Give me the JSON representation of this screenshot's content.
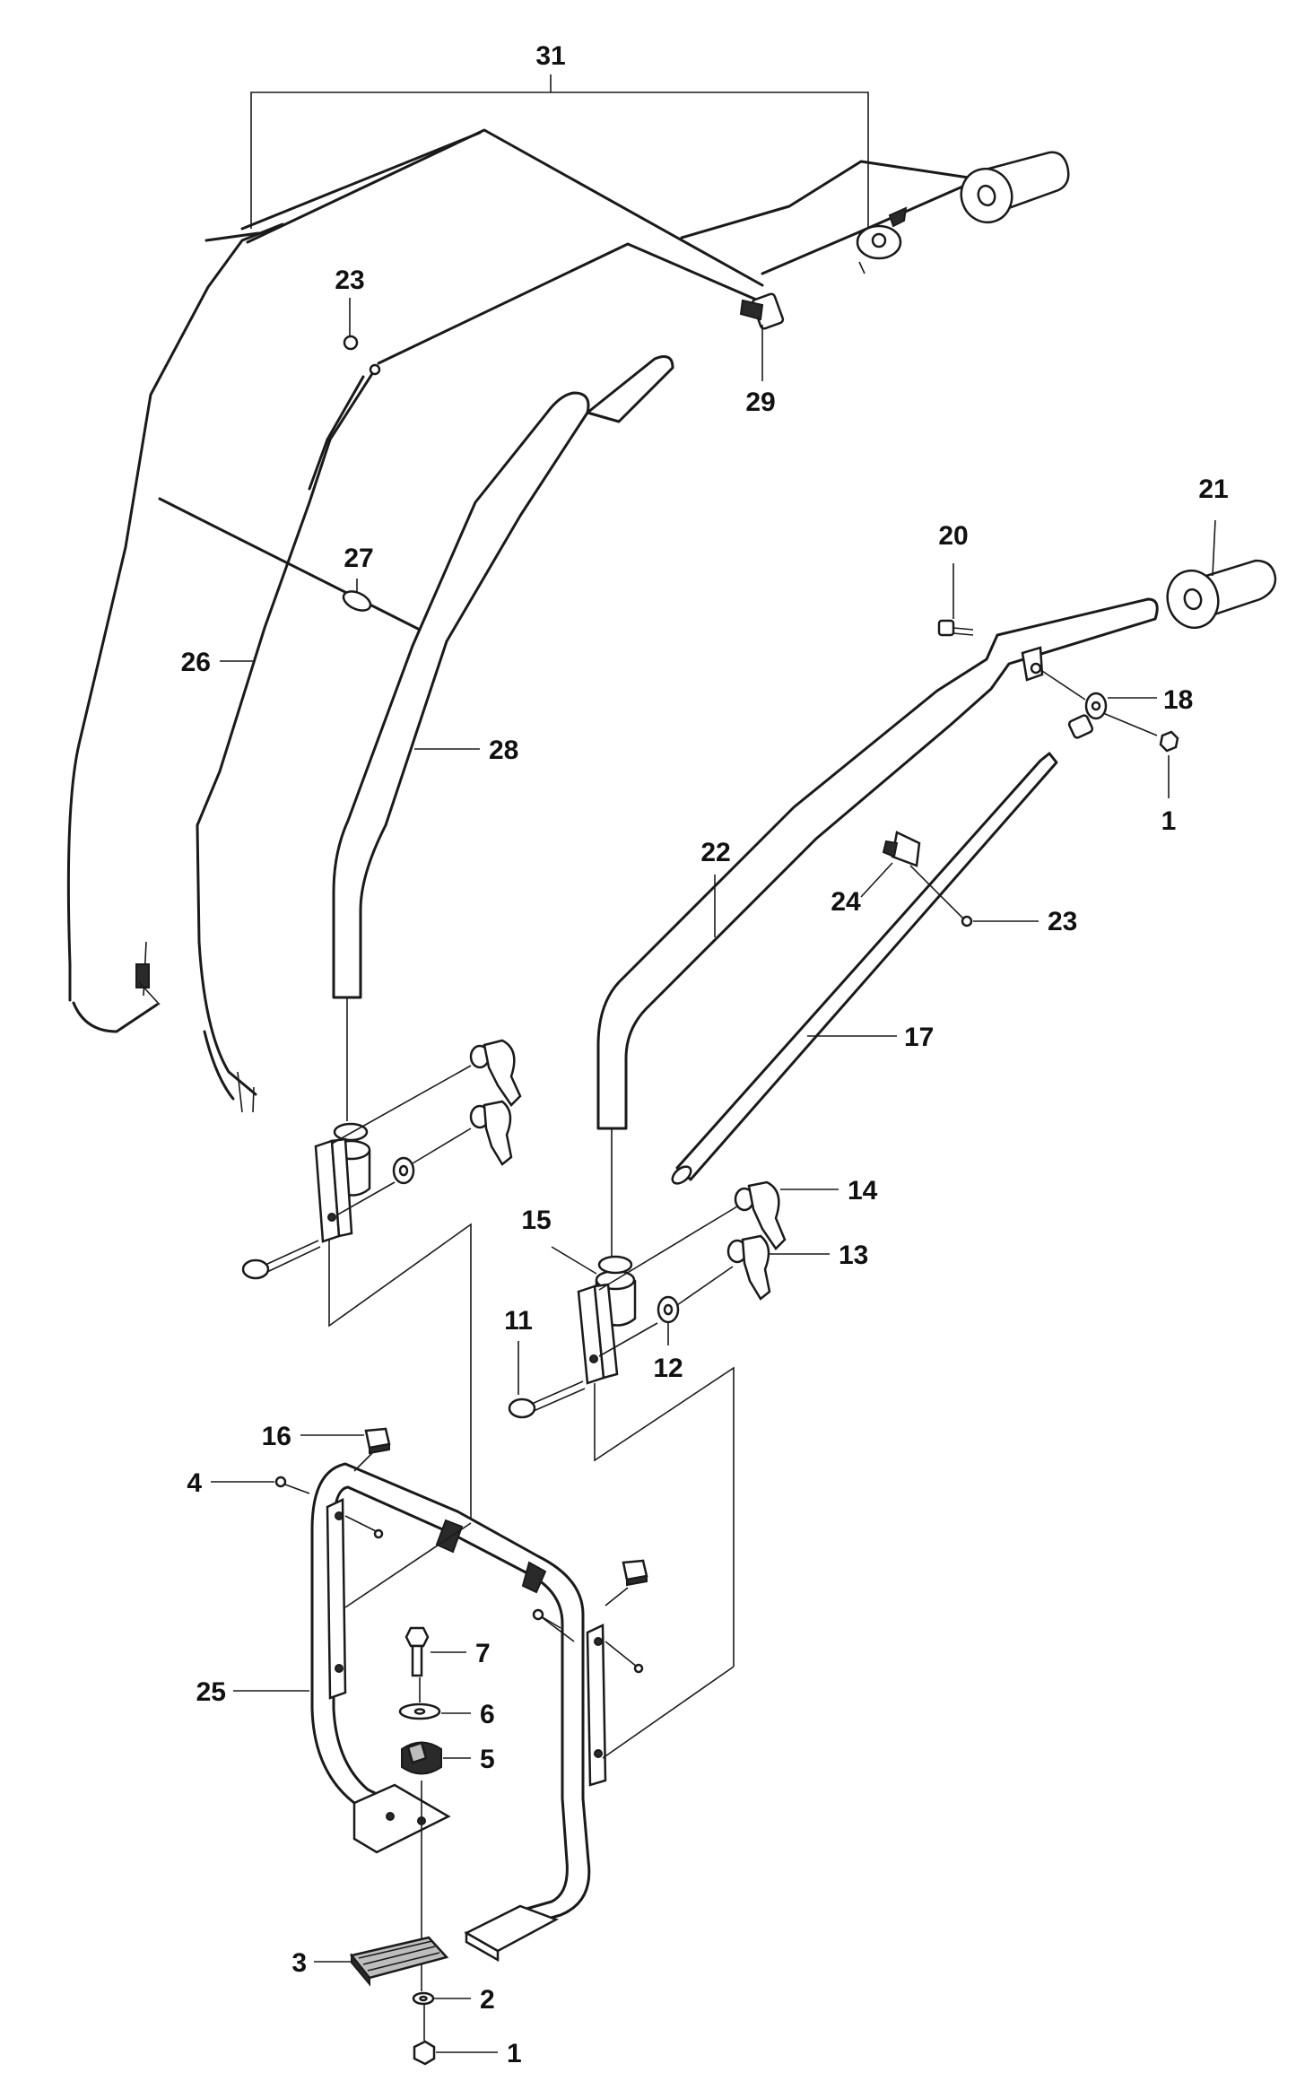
{
  "callouts": {
    "c1a": "1",
    "c1b": "1",
    "c2": "2",
    "c3": "3",
    "c4": "4",
    "c5": "5",
    "c6": "6",
    "c7": "7",
    "c11": "11",
    "c12": "12",
    "c13": "13",
    "c14": "14",
    "c15": "15",
    "c16": "16",
    "c17": "17",
    "c18": "18",
    "c20": "20",
    "c21": "21",
    "c22": "22",
    "c23a": "23",
    "c23b": "23",
    "c24": "24",
    "c25": "25",
    "c26": "26",
    "c27": "27",
    "c28": "28",
    "c29": "29",
    "c31": "31"
  }
}
